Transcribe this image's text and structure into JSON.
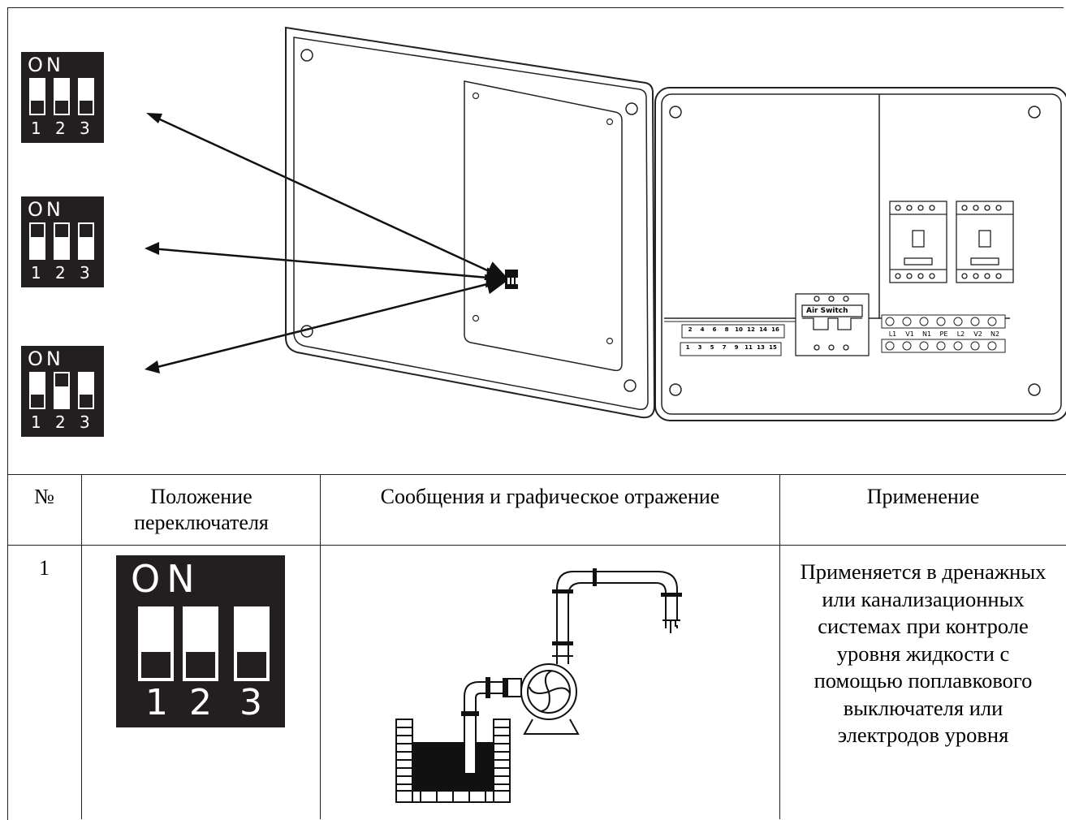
{
  "dip_switches": [
    {
      "on_label": "ON",
      "numbers": [
        "1",
        "2",
        "3"
      ],
      "positions": [
        "off",
        "off",
        "off"
      ]
    },
    {
      "on_label": "ON",
      "numbers": [
        "1",
        "2",
        "3"
      ],
      "positions": [
        "on",
        "on",
        "on"
      ]
    },
    {
      "on_label": "ON",
      "numbers": [
        "1",
        "2",
        "3"
      ],
      "positions": [
        "off",
        "on",
        "off"
      ]
    }
  ],
  "panel": {
    "air_switch_label": "Air Switch",
    "terminal_top": [
      "2",
      "4",
      "6",
      "8",
      "10",
      "12",
      "14",
      "16"
    ],
    "terminal_bottom": [
      "1",
      "3",
      "5",
      "7",
      "9",
      "11",
      "13",
      "15"
    ],
    "power_terminals": [
      "L1",
      "V1",
      "N1",
      "PE",
      "L2",
      "V2",
      "N2"
    ]
  },
  "table": {
    "headers": {
      "number": "№",
      "position": "Положение переключателя",
      "messages": "Сообщения и графическое отражение",
      "application": "Применение"
    },
    "rows": [
      {
        "number": "1",
        "dip": {
          "on_label": "ON",
          "numbers": [
            "1",
            "2",
            "3"
          ],
          "positions": [
            "off",
            "off",
            "off"
          ]
        },
        "application": "Применяется в дренажных или канализационных системах при контроле уровня жидкости с помощью поплавкового выключателя или электродов уровня"
      }
    ]
  }
}
